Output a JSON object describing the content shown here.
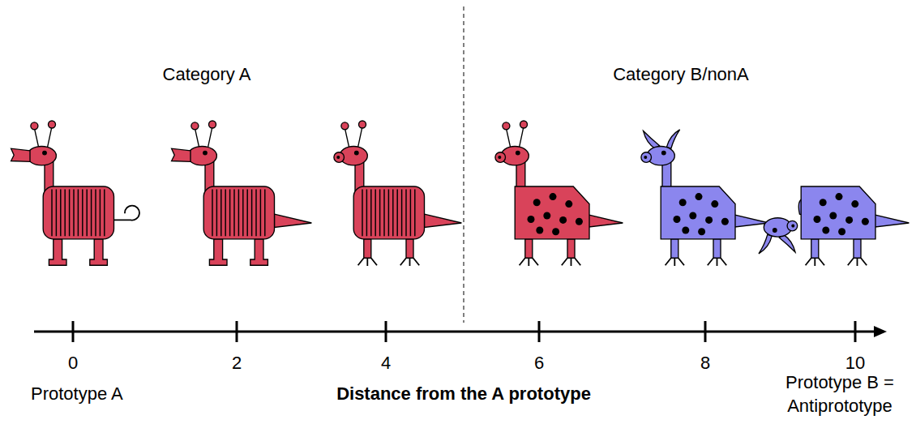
{
  "diagram": {
    "labels": [
      "Category A",
      "Category B/nonA",
      "0",
      "2",
      "4",
      "6",
      "8",
      "10",
      "Prototype A",
      "Distance from the A prototype",
      "Prototype B = Antiprototype"
    ]
  }
}
